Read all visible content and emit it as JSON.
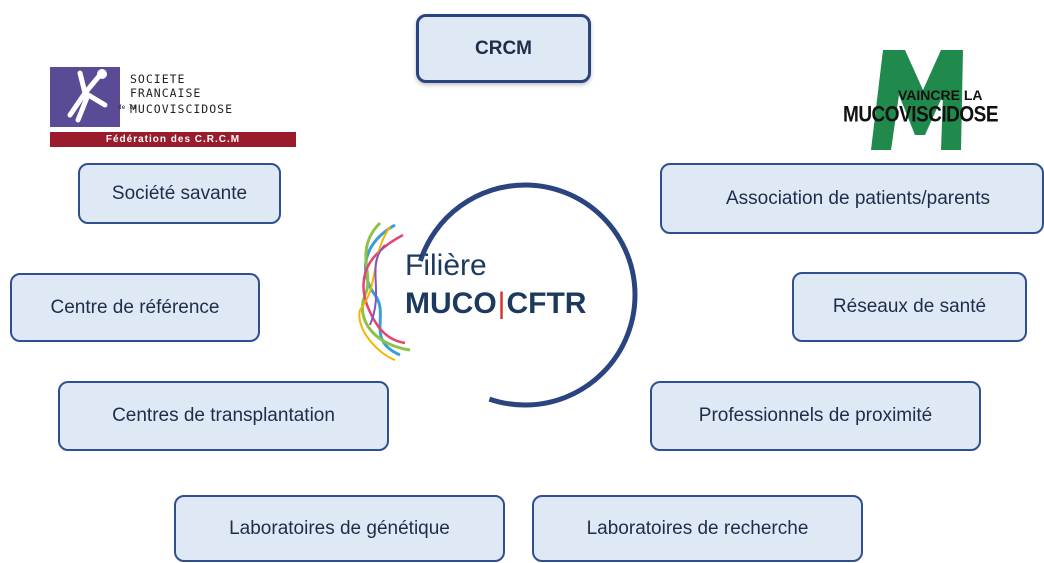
{
  "center": {
    "title_line1": "Filière",
    "title_muco": "MUCO",
    "title_sep": "|",
    "title_cftr": "CFTR"
  },
  "nodes": {
    "crcm": "CRCM",
    "societe_savante": "Société savante",
    "centre_reference": "Centre de référence",
    "centres_transplantation": "Centres de transplantation",
    "laboratoires_genetique": "Laboratoires de génétique",
    "laboratoires_recherche": "Laboratoires de recherche",
    "professionnels_proximite": "Professionnels de proximité",
    "reseaux_sante": "Réseaux de santé",
    "association_patients": "Association de patients/parents"
  },
  "logos": {
    "sfm": {
      "line1": "SOCIETE",
      "line2": "FRANCAISE",
      "line3": "MUCOVISCIDOSE",
      "prefix": "de la",
      "banner": "Fédération des C.R.C.M"
    },
    "vlm": {
      "line1": "VAINCRE LA",
      "line2": "MUCOVISCIDOSE"
    }
  },
  "colors": {
    "box_fill": "#dfe8f5",
    "box_border": "#2f4f8f",
    "circle": "#2a4480",
    "sfm_banner": "#9a1b2b",
    "vlm_green": "#1f8a4c",
    "filiere_accent": "#d4322c"
  }
}
